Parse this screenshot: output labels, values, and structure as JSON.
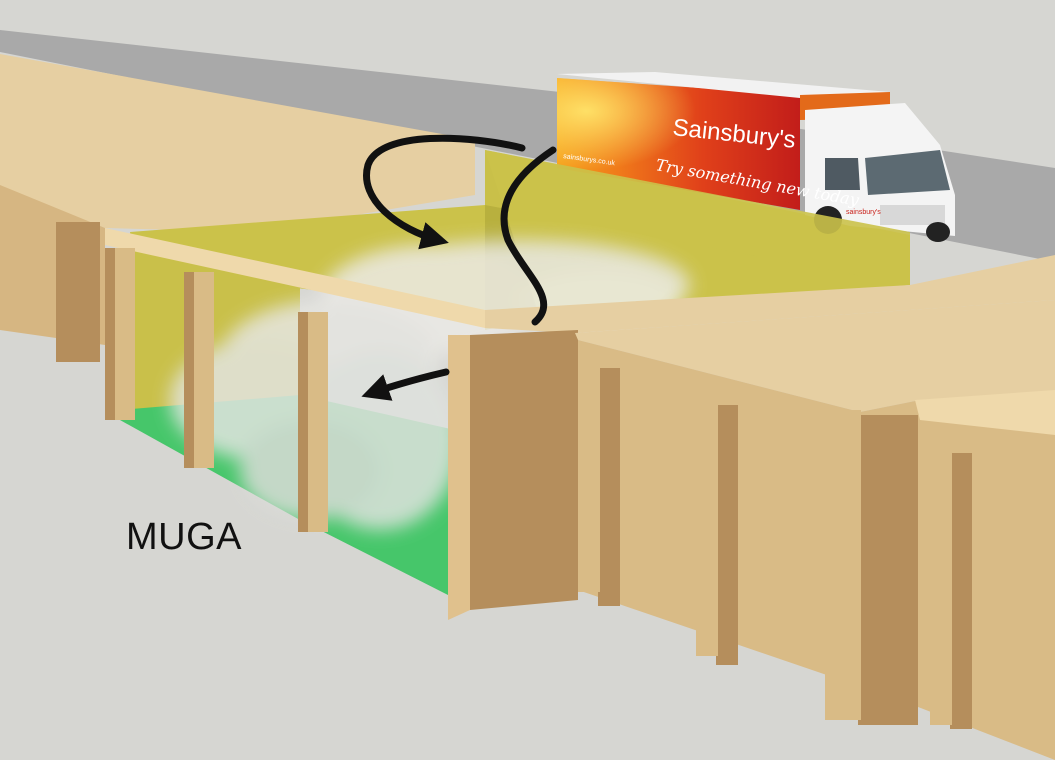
{
  "labels": {
    "area_label": "MUGA"
  },
  "truck": {
    "brand": "Sainsbury's",
    "slogan": "Try something new today",
    "url_small": "sainsburys.co.uk",
    "cab_badge": "sainsbury's"
  },
  "colors": {
    "ground": "#d6d6d2",
    "road": "#a9a9a9",
    "wall_top": "#e6cfa2",
    "wall_face": "#d9bb86",
    "wall_shadow": "#b58e5c",
    "enclosure_wall": "#cbc24a",
    "pitch": "#46c66a",
    "arrow": "#111111",
    "trailer_orange": "#e8541a",
    "trailer_red": "#c8201a",
    "cab": "#f4f4f4"
  },
  "icons": {
    "arrows": [
      "curved-arrow-icon",
      "s-curve-arrow-icon",
      "deflect-arrow-icon"
    ],
    "plume": "dust-cloud-icon"
  }
}
